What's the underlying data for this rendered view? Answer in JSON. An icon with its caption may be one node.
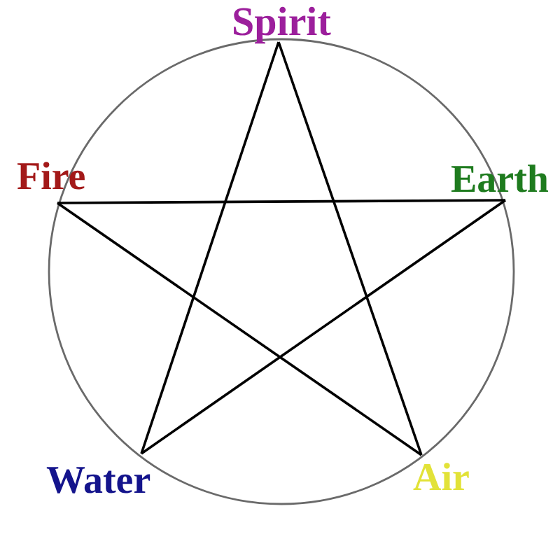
{
  "diagram": {
    "nodes": [
      {
        "text": [
          "Spirit"
        ]
      },
      {
        "text": [
          "Fire"
        ]
      },
      {
        "text": [
          "Earth"
        ]
      },
      {
        "text": [
          "Water"
        ]
      },
      {
        "text": [
          "Air"
        ]
      }
    ],
    "edges": [
      {
        "from": 0,
        "to": 3,
        "arrow": "none"
      },
      {
        "from": 0,
        "to": 4,
        "arrow": "none"
      },
      {
        "from": 1,
        "to": 2,
        "arrow": "none"
      },
      {
        "from": 1,
        "to": 4,
        "arrow": "none"
      },
      {
        "from": 2,
        "to": 3,
        "arrow": "none"
      }
    ]
  }
}
